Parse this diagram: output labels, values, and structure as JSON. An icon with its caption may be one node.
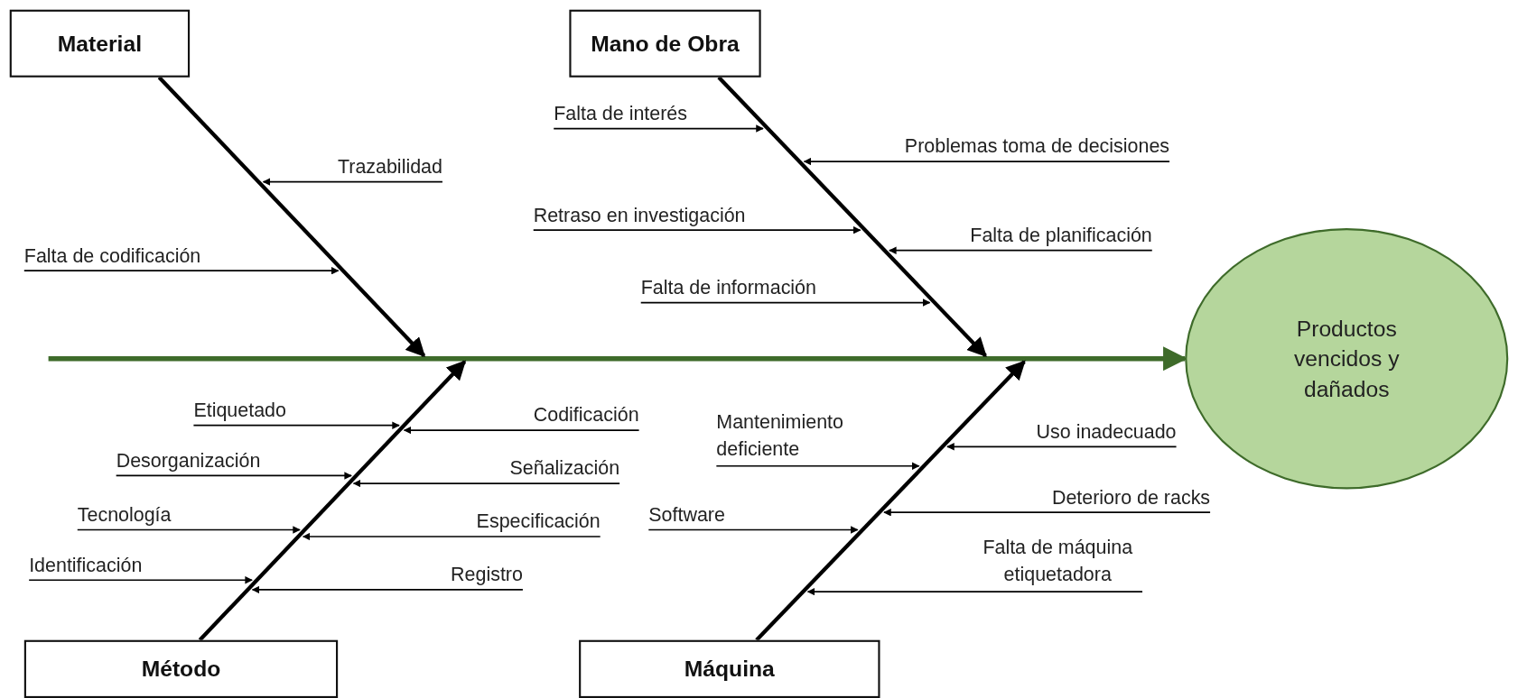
{
  "diagram": {
    "nodes": [
      {
        "text": [
          "Material"
        ]
      },
      {
        "text": [
          "Trazabilidad"
        ]
      },
      {
        "text": [
          "Falta de codificación"
        ]
      },
      {
        "text": [
          "Mano de Obra"
        ]
      },
      {
        "text": [
          "Falta de interés"
        ]
      },
      {
        "text": [
          "Problemas toma de decisiones"
        ]
      },
      {
        "text": [
          "Retraso en investigación"
        ]
      },
      {
        "text": [
          "Falta de planificación"
        ]
      },
      {
        "text": [
          "Falta de información"
        ]
      },
      {
        "text": [
          "Productos vencidos y dañados"
        ]
      },
      {
        "text": [
          "Etiquetado"
        ]
      },
      {
        "text": [
          "Codificación"
        ]
      },
      {
        "text": [
          "Desorganización"
        ]
      },
      {
        "text": [
          "Señalización"
        ]
      },
      {
        "text": [
          "Tecnología"
        ]
      },
      {
        "text": [
          "Especificación"
        ]
      },
      {
        "text": [
          "Identificación"
        ]
      },
      {
        "text": [
          "Registro"
        ]
      },
      {
        "text": [
          "Método"
        ]
      },
      {
        "text": [
          "Mantenimiento deficiente"
        ]
      },
      {
        "text": [
          "Uso inadecuado"
        ]
      },
      {
        "text": [
          "Deterioro de racks"
        ]
      },
      {
        "text": [
          "Software"
        ]
      },
      {
        "text": [
          "Falta de máquina etiquetadora"
        ]
      },
      {
        "text": [
          "Máquina"
        ]
      }
    ],
    "edges": [
      {
        "from": null,
        "to": 9,
        "arrow": "to",
        "style": "thick",
        "color": "#3e6b2a"
      },
      {
        "from": 0,
        "to": null,
        "arrow": "to",
        "style": "thick"
      },
      {
        "from": 3,
        "to": null,
        "arrow": "to",
        "style": "thick"
      },
      {
        "from": 18,
        "to": null,
        "arrow": "to",
        "style": "thick"
      },
      {
        "from": 24,
        "to": null,
        "arrow": "to",
        "style": "thick"
      },
      {
        "from": 1,
        "to": null,
        "arrow": "to"
      },
      {
        "from": 2,
        "to": null,
        "arrow": "to"
      },
      {
        "from": 4,
        "to": null,
        "arrow": "to"
      },
      {
        "from": 5,
        "to": null,
        "arrow": "to"
      },
      {
        "from": 6,
        "to": null,
        "arrow": "to"
      },
      {
        "from": 7,
        "to": null,
        "arrow": "to"
      },
      {
        "from": 8,
        "to": null,
        "arrow": "to"
      },
      {
        "from": 10,
        "to": null,
        "arrow": "to"
      },
      {
        "from": 11,
        "to": null,
        "arrow": "to"
      },
      {
        "from": 12,
        "to": null,
        "arrow": "to"
      },
      {
        "from": 13,
        "to": null,
        "arrow": "to"
      },
      {
        "from": 14,
        "to": null,
        "arrow": "to"
      },
      {
        "from": 15,
        "to": null,
        "arrow": "to"
      },
      {
        "from": 16,
        "to": null,
        "arrow": "to"
      },
      {
        "from": 17,
        "to": null,
        "arrow": "to"
      },
      {
        "from": 19,
        "to": null,
        "arrow": "to"
      },
      {
        "from": 20,
        "to": null,
        "arrow": "to"
      },
      {
        "from": 21,
        "to": null,
        "arrow": "to"
      },
      {
        "from": 22,
        "to": null,
        "arrow": "to"
      },
      {
        "from": 23,
        "to": null,
        "arrow": "to"
      }
    ]
  }
}
